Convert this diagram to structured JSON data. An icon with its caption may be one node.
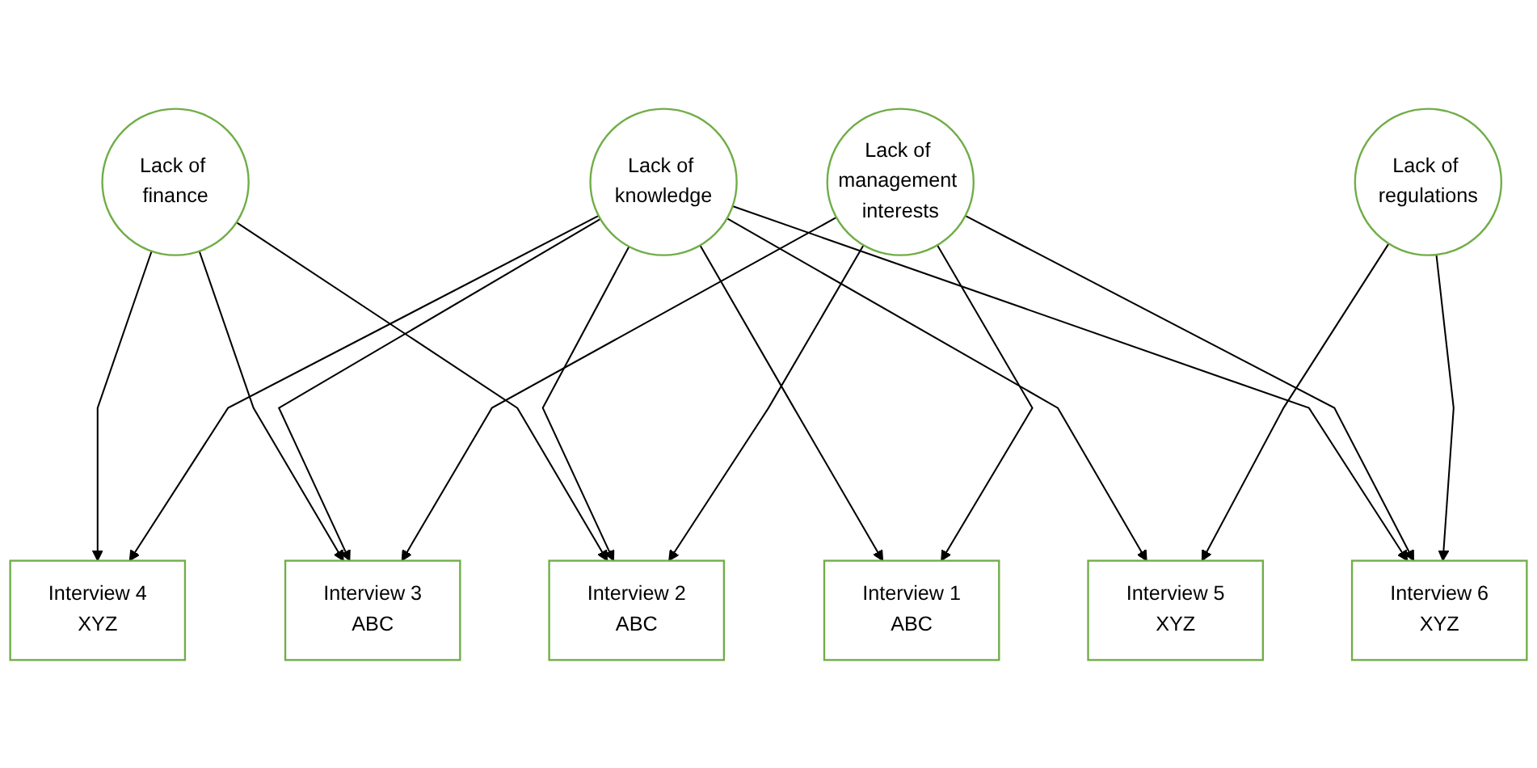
{
  "diagram": {
    "nodes": [
      {
        "text": [
          "Lack of finance"
        ]
      },
      {
        "text": [
          "Lack of knowledge"
        ]
      },
      {
        "text": [
          "Lack of management interests"
        ]
      },
      {
        "text": [
          "Lack of regulations"
        ]
      },
      {
        "text": [
          "Interview 4",
          "XYZ"
        ]
      },
      {
        "text": [
          "Interview 1",
          "ABC"
        ]
      },
      {
        "text": [
          "Interview 3",
          "ABC"
        ]
      },
      {
        "text": [
          "Interview 2",
          "ABC"
        ]
      },
      {
        "text": [
          "Interview 5",
          "XYZ"
        ]
      },
      {
        "text": [
          "Interview 6",
          "XYZ"
        ]
      }
    ],
    "edges": [
      {
        "from": 0,
        "to": 4,
        "arrow": "to"
      },
      {
        "from": 0,
        "to": 6,
        "arrow": "to"
      },
      {
        "from": 0,
        "to": 7,
        "arrow": "to"
      },
      {
        "from": 1,
        "to": 4,
        "arrow": "to"
      },
      {
        "from": 1,
        "to": 5,
        "arrow": "to"
      },
      {
        "from": 1,
        "to": 6,
        "arrow": "to"
      },
      {
        "from": 1,
        "to": 7,
        "arrow": "to"
      },
      {
        "from": 1,
        "to": 8,
        "arrow": "to"
      },
      {
        "from": 1,
        "to": 9,
        "arrow": "to"
      },
      {
        "from": 2,
        "to": 5,
        "arrow": "to"
      },
      {
        "from": 2,
        "to": 6,
        "arrow": "to"
      },
      {
        "from": 2,
        "to": 7,
        "arrow": "to"
      },
      {
        "from": 2,
        "to": 9,
        "arrow": "to"
      },
      {
        "from": 3,
        "to": 8,
        "arrow": "to"
      },
      {
        "from": 3,
        "to": 9,
        "arrow": "to"
      }
    ]
  }
}
